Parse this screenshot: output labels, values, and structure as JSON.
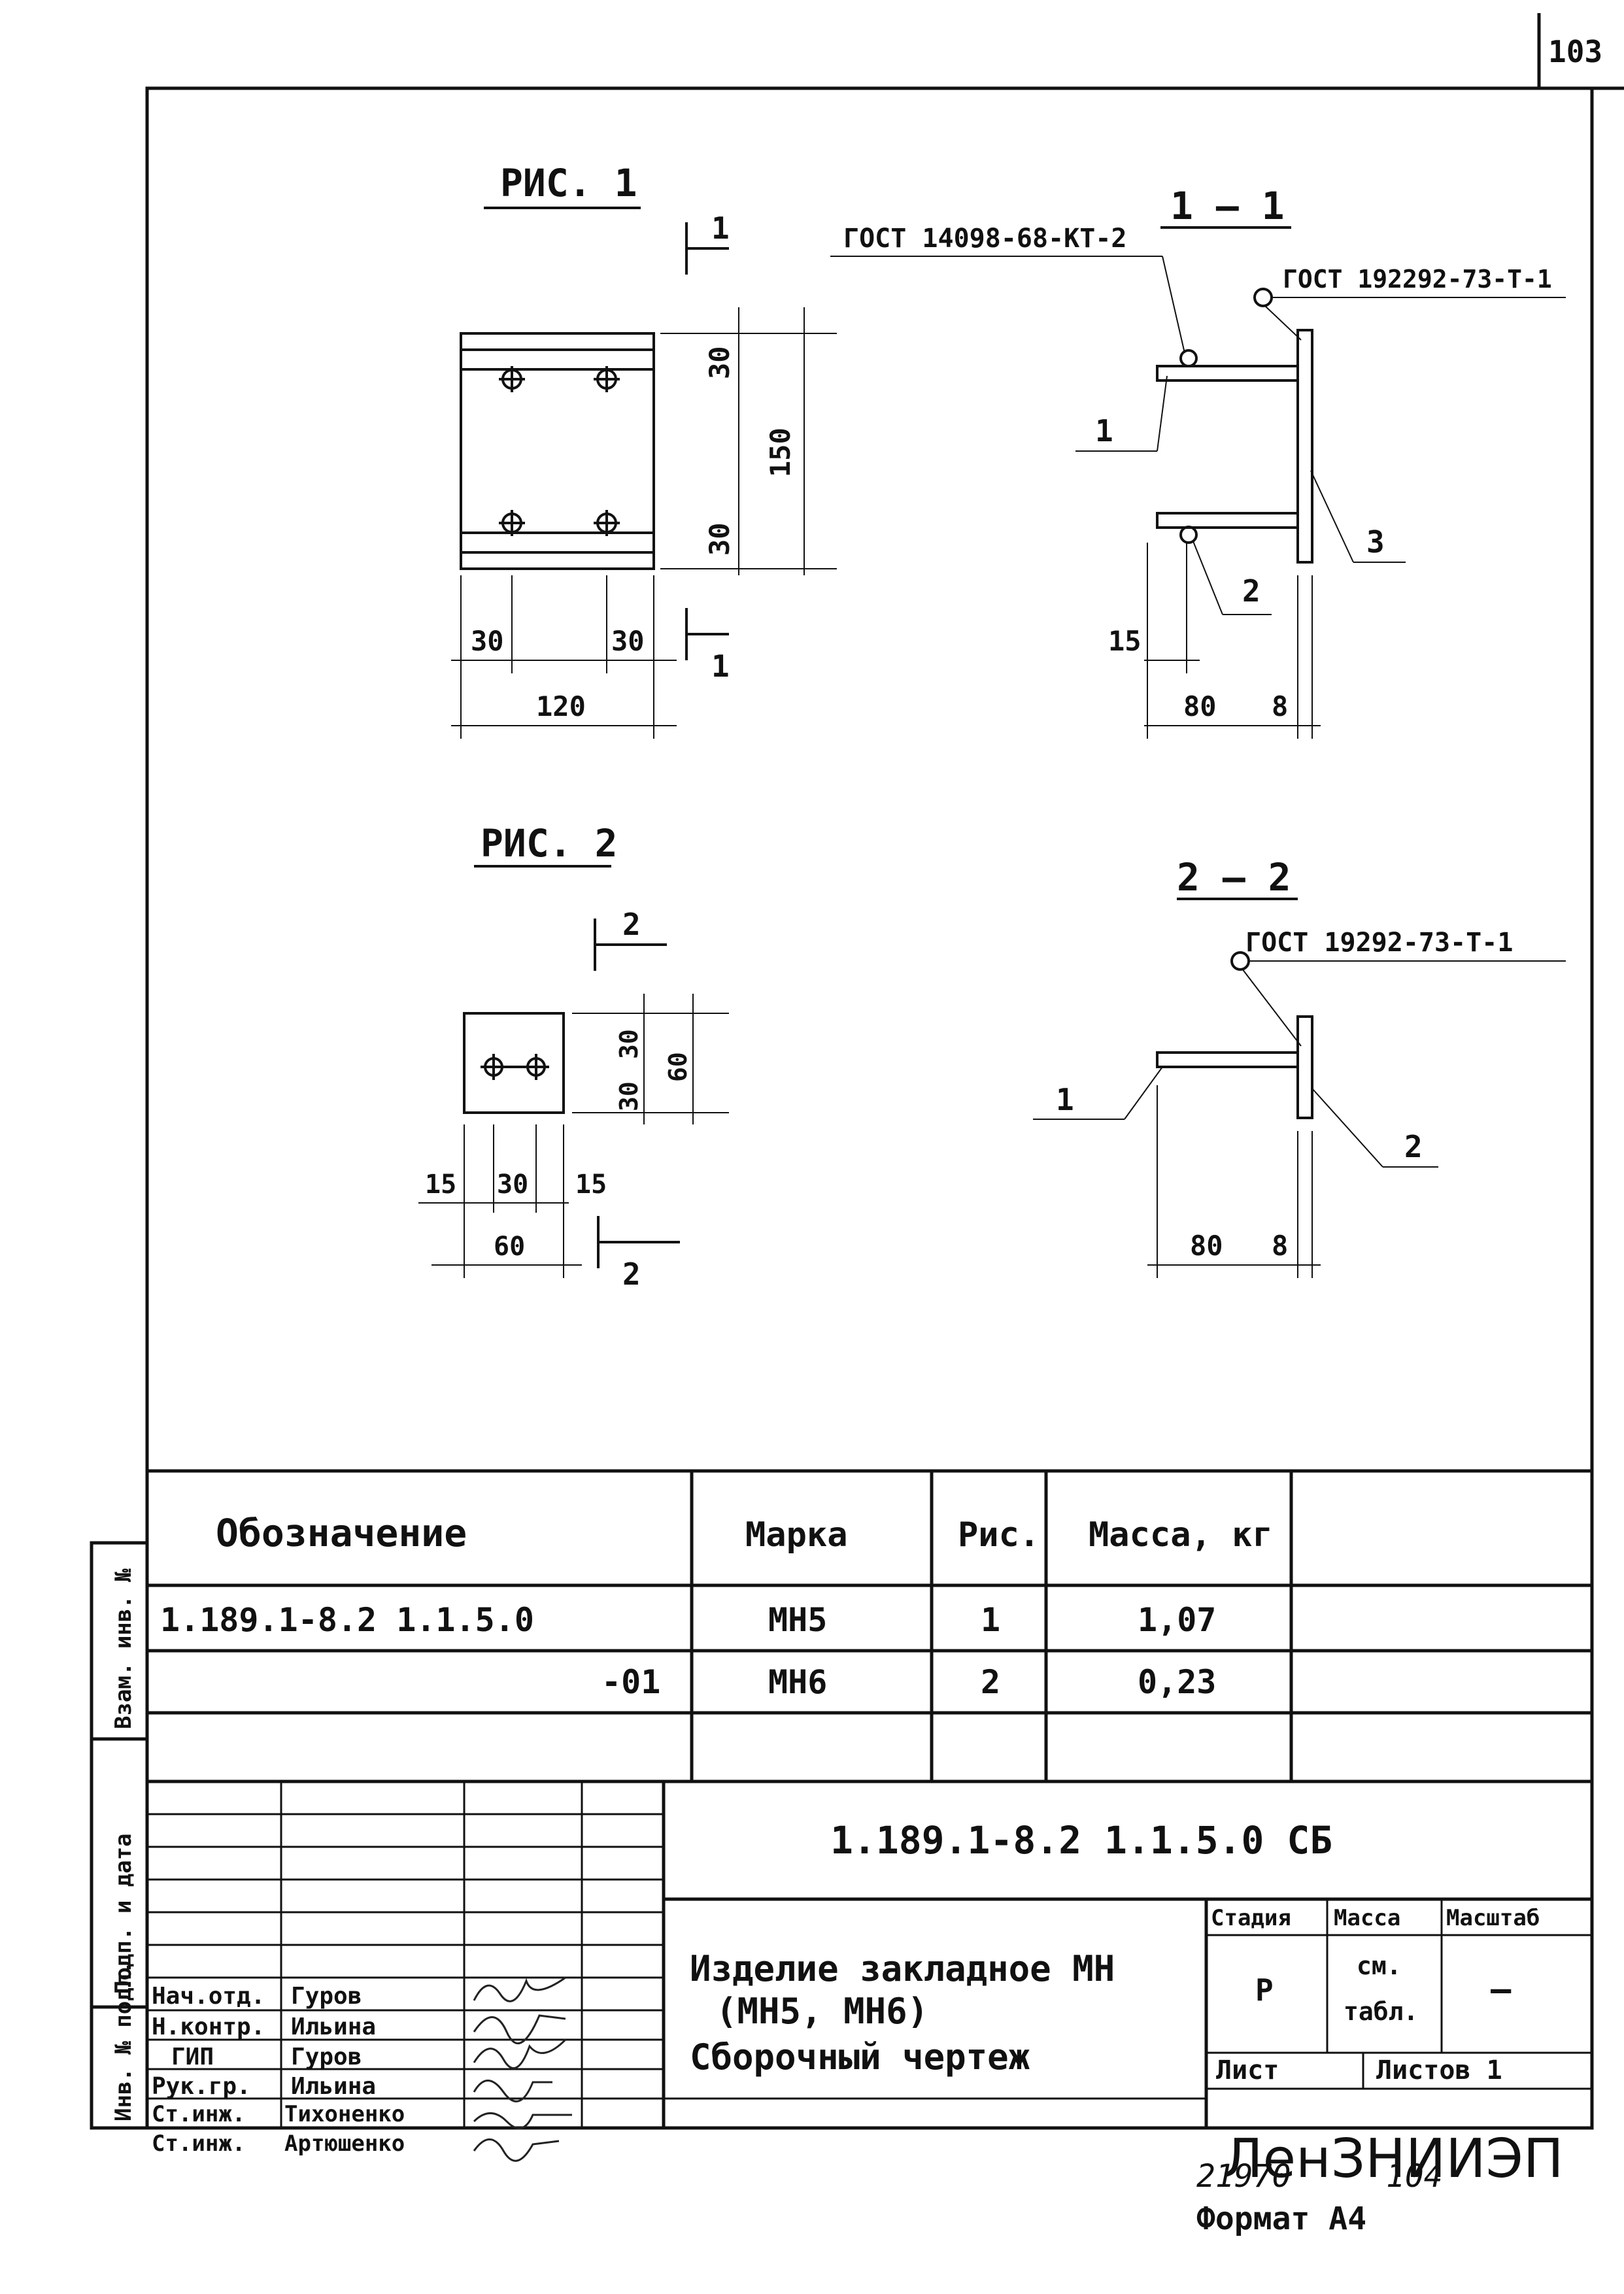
{
  "page_number": "103",
  "fig1": {
    "title": "РИС. 1",
    "dims": {
      "h_top": "30",
      "h_bottom": "30",
      "height": "150",
      "w_left": "30",
      "w_right": "30",
      "width": "120"
    },
    "cut_label_top": "1",
    "cut_label_bottom": "1"
  },
  "section1": {
    "title": "1 — 1",
    "weld_top": "ГОСТ 14098-68-КТ-2",
    "weld_right": "ГОСТ 192292-73-Т-1",
    "pos1": "1",
    "pos2": "2",
    "pos3": "3",
    "dims": {
      "offset": "15",
      "length": "80",
      "thickness": "8"
    }
  },
  "fig2": {
    "title": "РИС. 2",
    "dims": {
      "h1": "30",
      "h2": "30",
      "height": "60",
      "w_left": "15",
      "w_mid": "30",
      "w_right": "15",
      "width": "60"
    },
    "cut_label_top": "2",
    "cut_label_bottom": "2"
  },
  "section2": {
    "title": "2 — 2",
    "weld": "ГОСТ 19292-73-Т-1",
    "pos1": "1",
    "pos2": "2",
    "dims": {
      "length": "80",
      "thickness": "8"
    }
  },
  "spec_table": {
    "headers": [
      "Обозначение",
      "Марка",
      "Рис.",
      "Масса, кг"
    ],
    "rows": [
      {
        "designation": "1.189.1-8.2   1.1.5.0",
        "mark": "МН5",
        "fig": "1",
        "mass": "1,07"
      },
      {
        "designation": "-01",
        "mark": "МН6",
        "fig": "2",
        "mass": "0,23"
      }
    ]
  },
  "side_stamp": [
    "Взам. инв. №",
    "Подп. и дата",
    "Инв. № подл."
  ],
  "title_block": {
    "code": "1.189.1-8.2   1.1.5.0   СБ",
    "name_line1": "Изделие  закладное МН",
    "name_line2": "(МН5, МН6)",
    "name_line3": "Сборочный  чертеж",
    "stage_label": "Стадия",
    "stage_value": "Р",
    "mass_label": "Масса",
    "mass_value_1": "см.",
    "mass_value_2": "табл.",
    "scale_label": "Масштаб",
    "scale_value": "—",
    "sheet_label": "Лист",
    "sheets_label": "Листов 1",
    "org": "ЛенЗНИИЭП",
    "people": [
      {
        "role": "Нач.отд.",
        "name": "Гуров"
      },
      {
        "role": "Н.контр.",
        "name": "Ильина"
      },
      {
        "role": "ГИП",
        "name": "Гуров"
      },
      {
        "role": "Рук.гр.",
        "name": "Ильина"
      },
      {
        "role": "Ст.инж.",
        "name": "Тихоненко"
      },
      {
        "role": "Ст.инж.",
        "name": "Артюшенко"
      }
    ]
  },
  "footer": {
    "number": "21970",
    "copy": "104",
    "format": "Формат А4"
  }
}
